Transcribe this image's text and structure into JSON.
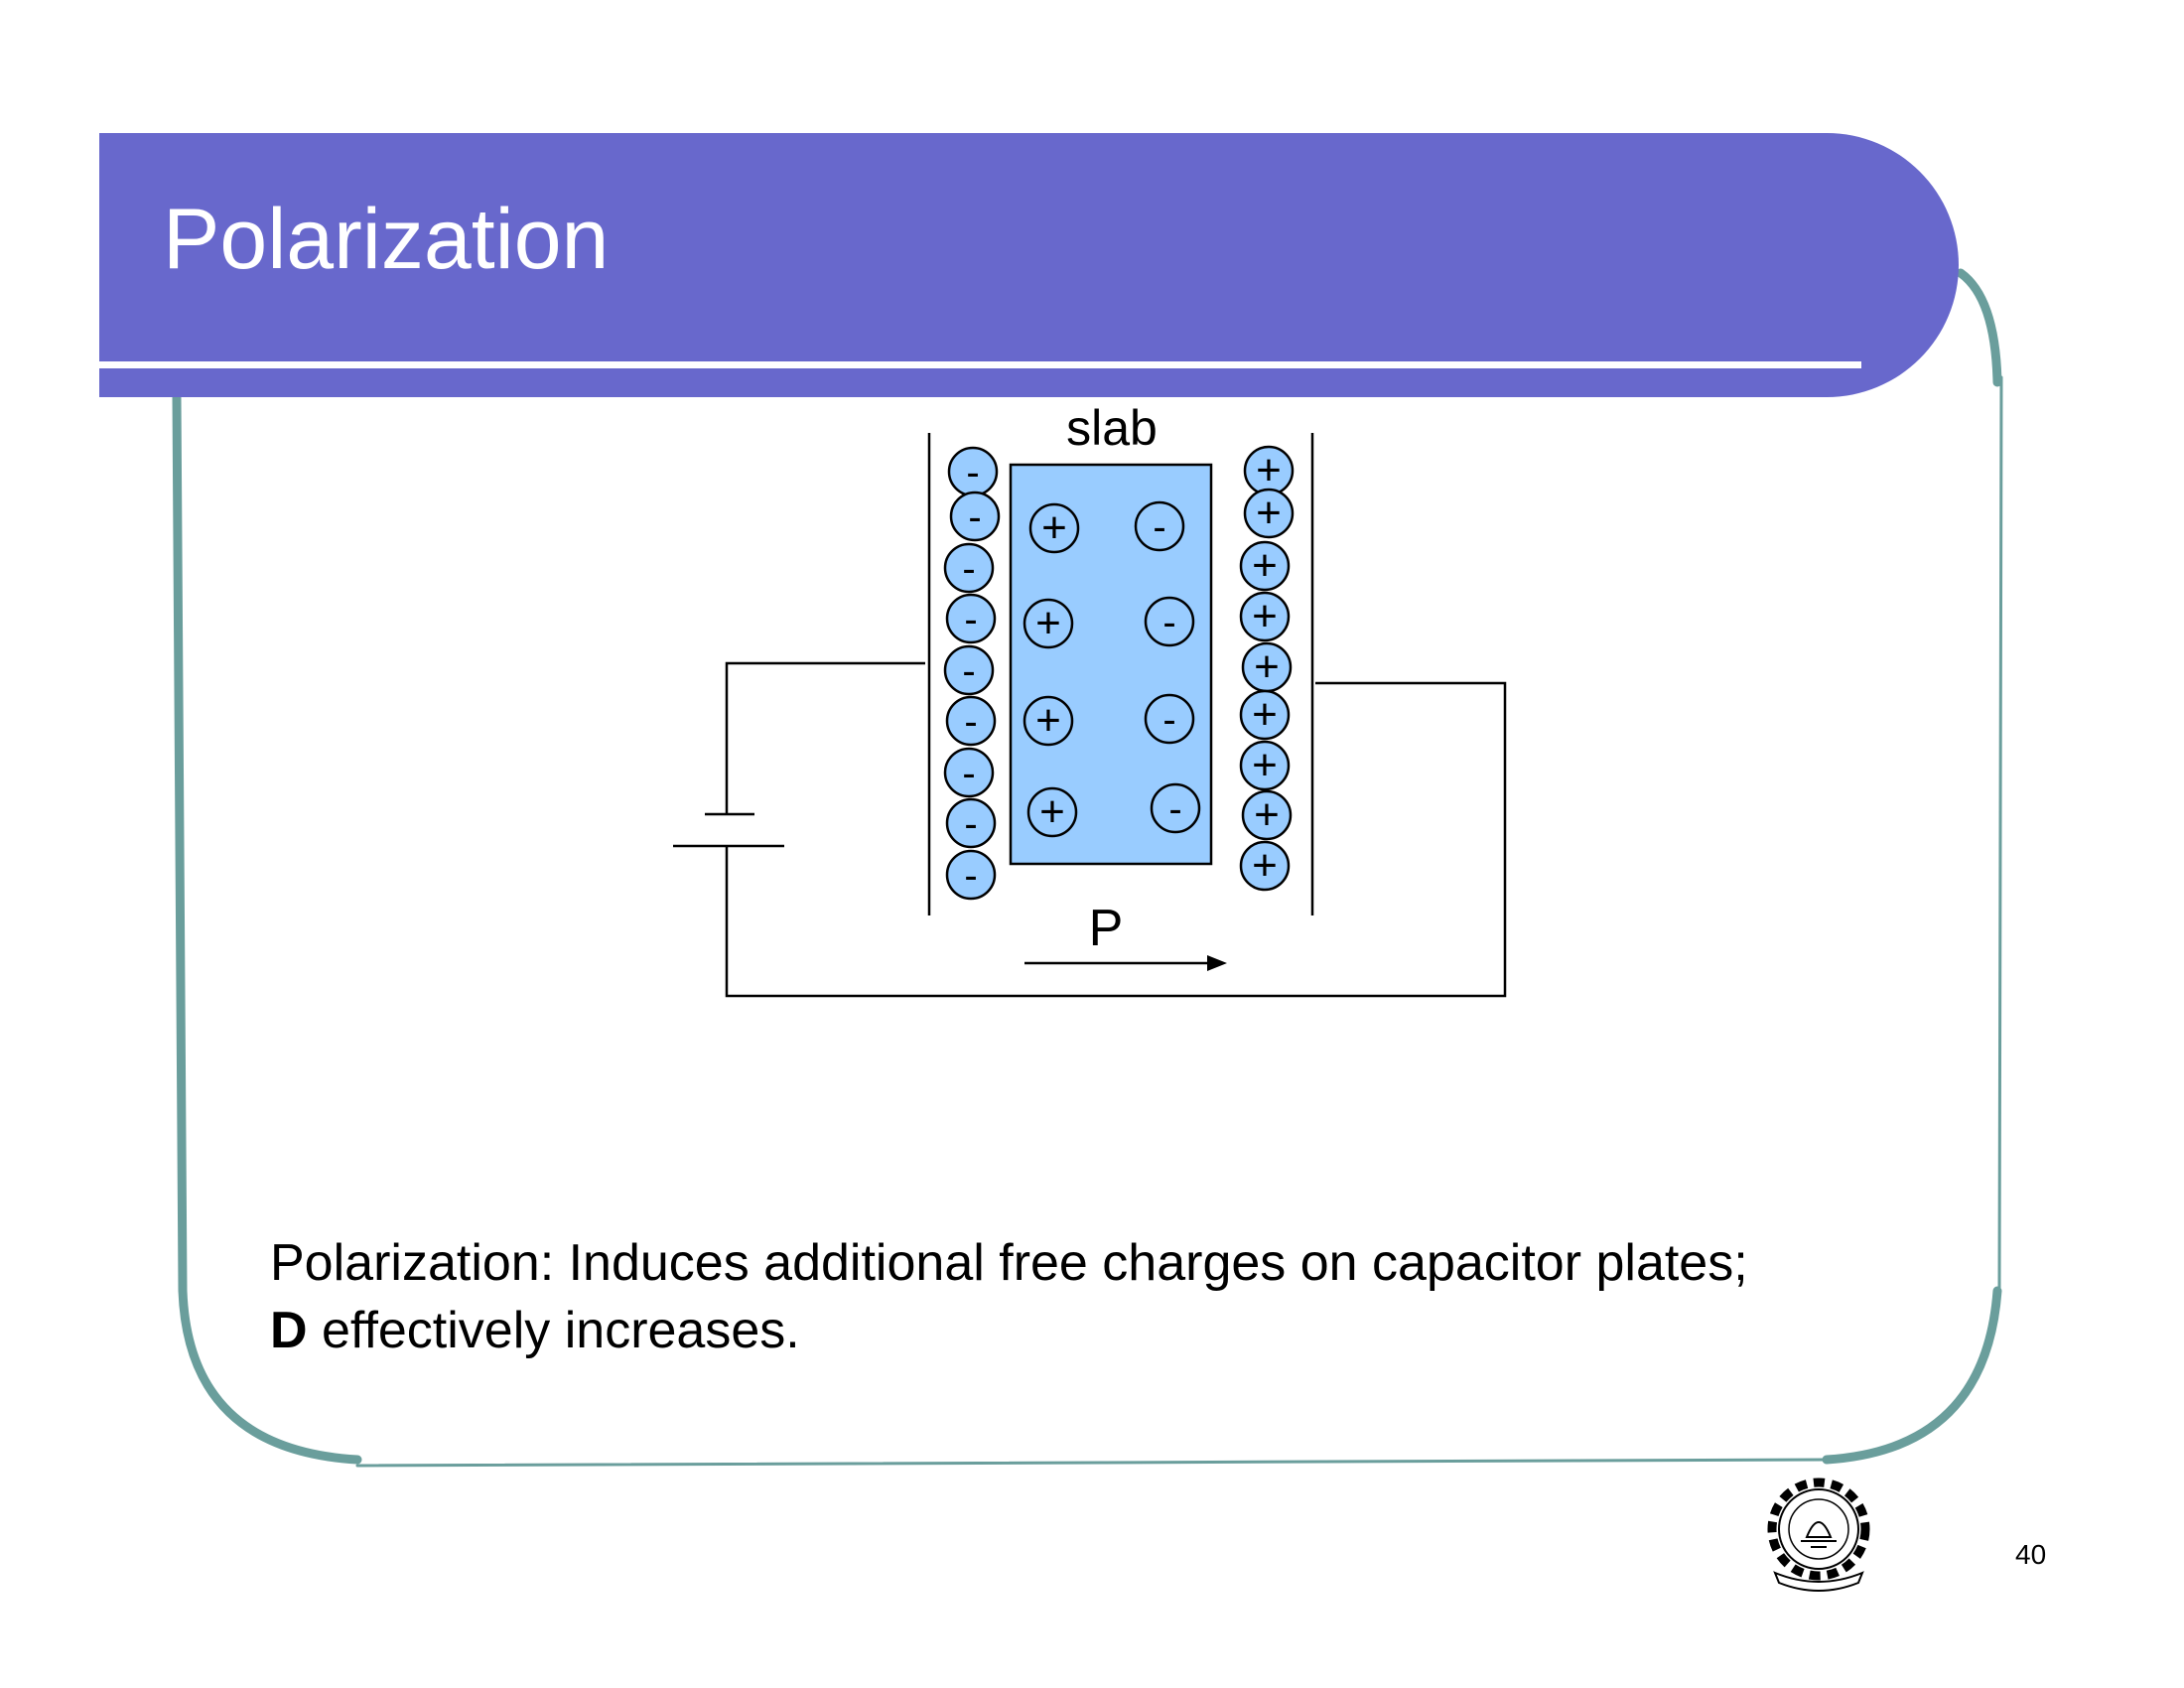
{
  "slide": {
    "title": "Polarization",
    "page_number": "40",
    "logo": "institute-gear-emblem"
  },
  "diagram": {
    "slab_label": "slab",
    "polarization_label": "P",
    "left_plate_charge": "-",
    "right_plate_charge": "+",
    "slab_positive": "+",
    "slab_negative": "-",
    "left_plate_charge_count": 9,
    "right_plate_charge_count": 9,
    "slab_dipole_rows": 4,
    "colors": {
      "header": "#6868CC",
      "frame": "#6A9E9C",
      "slab_fill": "#99CCFF",
      "charge_fill": "#99CCFF",
      "line": "#000000"
    }
  },
  "caption": {
    "line1": "Polarization: Induces additional free charges on capacitor plates;",
    "bold_symbol": "D",
    "line2_rest": " effectively increases."
  }
}
